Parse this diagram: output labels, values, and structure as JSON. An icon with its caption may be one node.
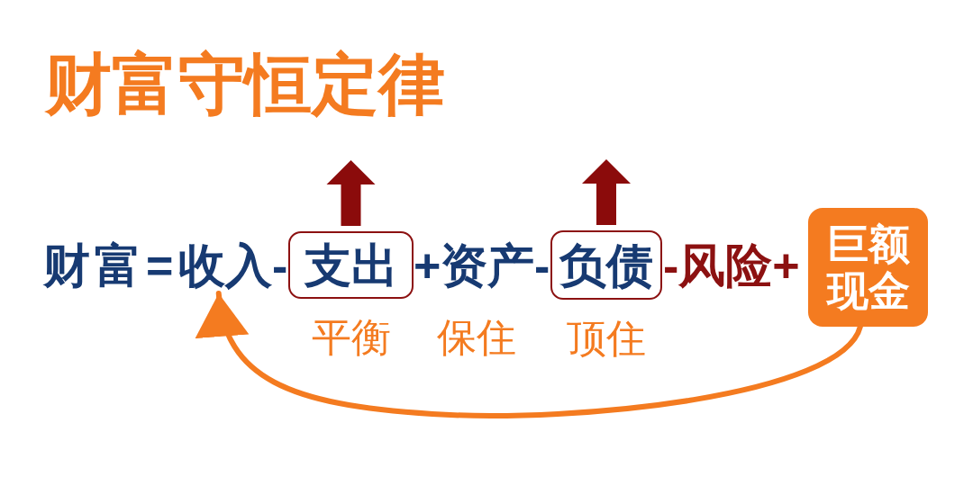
{
  "diagram": {
    "title": "财富守恒定律",
    "nodes": [
      {
        "text": [
          "收入"
        ]
      },
      {
        "text": [
          "支出"
        ],
        "beside": [
          "平衡"
        ]
      },
      {
        "text": [
          "负债"
        ],
        "beside": [
          "顶住"
        ]
      },
      {
        "text": [
          "巨额现金"
        ]
      }
    ],
    "edges": [
      {
        "from": 3,
        "to": 0,
        "arrow": "to"
      }
    ],
    "labels": [
      "财富=",
      "-",
      "+资产",
      "-",
      "-风险+",
      "保住"
    ]
  }
}
